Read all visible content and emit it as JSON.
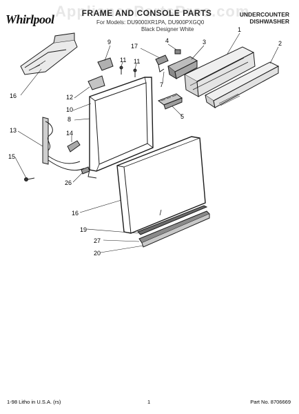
{
  "header": {
    "watermark": "AppliancePartsPros.com",
    "brand": "Whirlpool",
    "title": "FRAME AND CONSOLE PARTS",
    "for_models_line": "For Models: DU9000XR1PA, DU900PXGQ0",
    "color_line": "Black      Designer White",
    "appliance_type_line1": "UNDERCOUNTER",
    "appliance_type_line2": "DISHWASHER"
  },
  "callouts": [
    "1",
    "2",
    "3",
    "4",
    "5",
    "7",
    "9",
    "10",
    "11",
    "11",
    "12",
    "13",
    "14",
    "15",
    "16",
    "16",
    "17",
    "19",
    "20",
    "26",
    "27",
    "8"
  ],
  "footer": {
    "litho": "1-98 Litho in U.S.A. (rs)",
    "page": "1",
    "part_no": "Part No. 8706669"
  },
  "colors": {
    "line": "#1a1a1a",
    "fill_dark": "#555555",
    "fill_light": "#dcdcdc"
  }
}
